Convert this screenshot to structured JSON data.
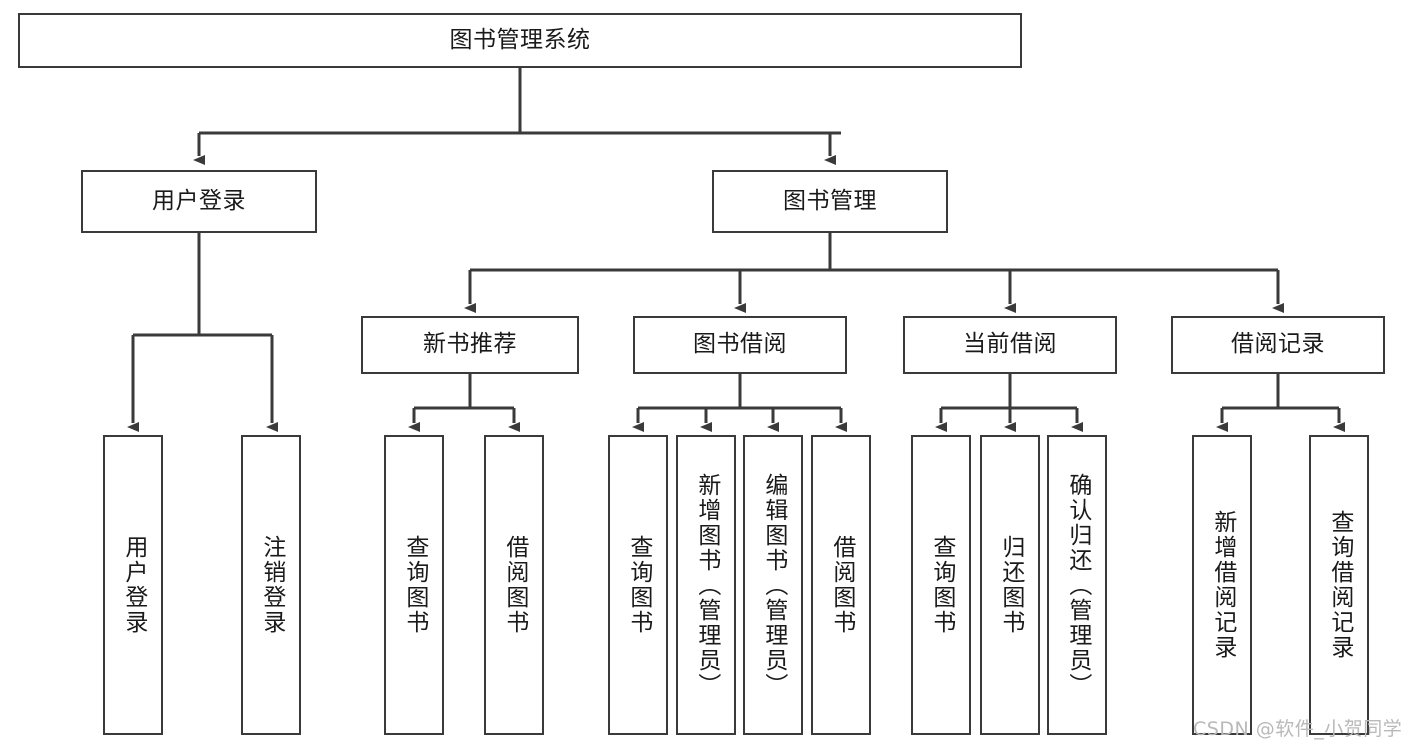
{
  "diagram": {
    "title": "图书管理系统",
    "type": "tree-hierarchy",
    "background_color": "#ffffff",
    "box_border_color": "#3a3a3a",
    "connector_color": "#3a3a3a",
    "text_color": "#1a1a1a"
  },
  "root": {
    "label": "图书管理系统"
  },
  "level2": [
    {
      "label": "用户登录"
    },
    {
      "label": "图书管理"
    }
  ],
  "level3": [
    {
      "label": "新书推荐"
    },
    {
      "label": "图书借阅"
    },
    {
      "label": "当前借阅"
    },
    {
      "label": "借阅记录"
    }
  ],
  "leaves": {
    "user_login": [
      {
        "label": "用户登录"
      },
      {
        "label": "注销登录"
      }
    ],
    "new_book_recommend": [
      {
        "label": "查询图书"
      },
      {
        "label": "借阅图书"
      }
    ],
    "book_borrow": [
      {
        "label": "查询图书"
      },
      {
        "label": "新增图书（管理员）"
      },
      {
        "label": "编辑图书（管理员）"
      },
      {
        "label": "借阅图书"
      }
    ],
    "current_borrow": [
      {
        "label": "查询图书"
      },
      {
        "label": "归还图书"
      },
      {
        "label": "确认归还（管理员）"
      }
    ],
    "borrow_record": [
      {
        "label": "新增借阅记录"
      },
      {
        "label": "查询借阅记录"
      }
    ]
  },
  "watermark": {
    "text": "CSDN @软件_小贺同学"
  }
}
